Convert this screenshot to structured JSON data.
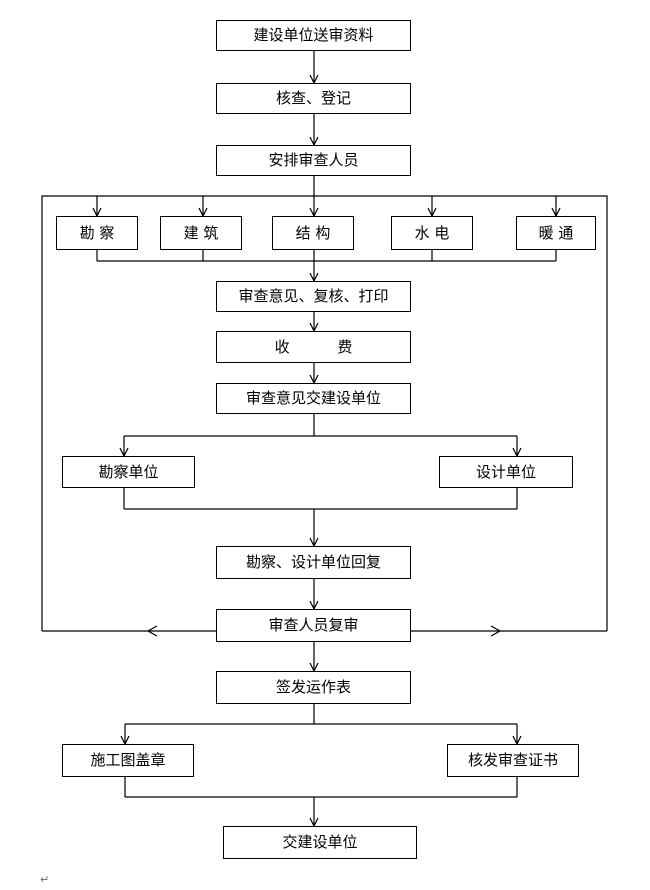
{
  "steps": {
    "submit": "建设单位送审资料",
    "register": "核查、登记",
    "assign": "安排审查人员",
    "survey": "勘 察",
    "architecture": "建 筑",
    "structure": "结 构",
    "water_power": "水 电",
    "hvac": "暖 通",
    "review_print": "审查意见、复核、打印",
    "fee": "收          费",
    "deliver_opinion": "审查意见交建设单位",
    "survey_unit": "勘察单位",
    "design_unit": "设计单位",
    "unit_reply": "勘察、设计单位回复",
    "re_review": "审查人员复审",
    "issue_form": "签发运作表",
    "stamp_drawings": "施工图盖章",
    "issue_certificate": "核发审查证书",
    "deliver_final": "交建设单位"
  },
  "paragraph_mark": "↵"
}
